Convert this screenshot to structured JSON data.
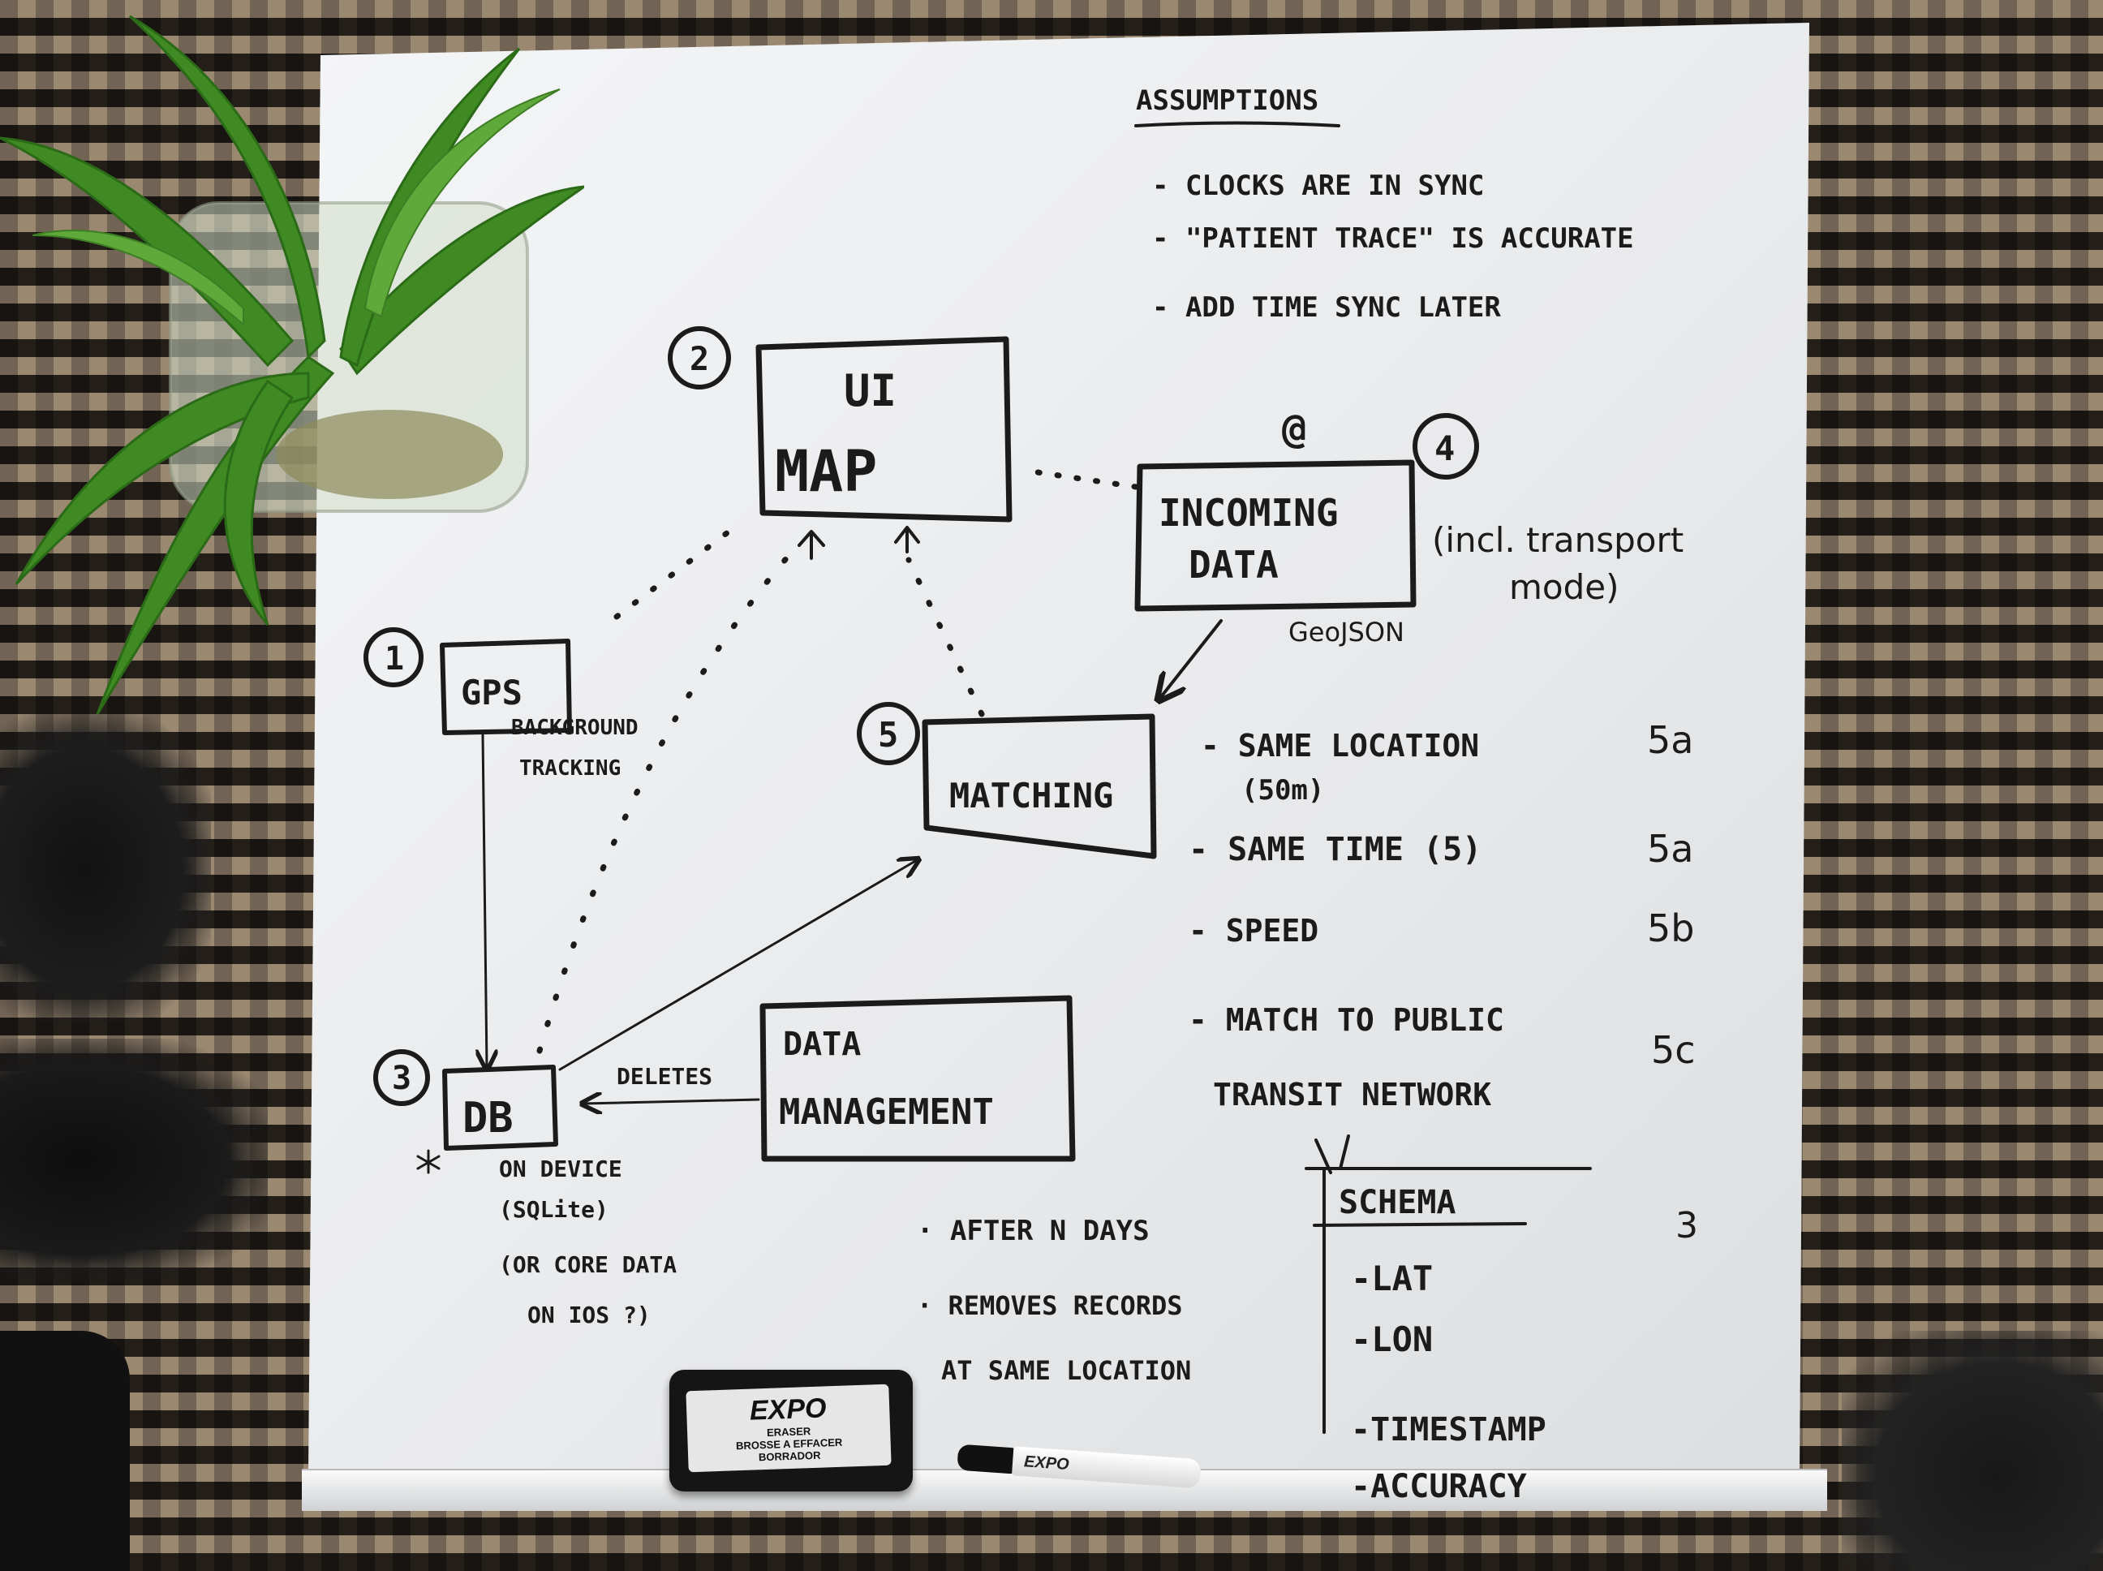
{
  "whiteboard": {
    "assumptions": {
      "heading": "ASSUMPTIONS",
      "items": [
        "- CLOCKS ARE IN SYNC",
        "- \"PATIENT TRACE\" IS ACCURATE",
        "- ADD TIME SYNC LATER"
      ]
    },
    "nodes": {
      "ui_map": {
        "number": "2",
        "line1": "UI",
        "line2": "MAP"
      },
      "incoming": {
        "symbol": "@",
        "number": "4",
        "line1": "INCOMING",
        "line2": "DATA",
        "note1": "(incl. transport",
        "note2": "mode)",
        "format": "GeoJSON"
      },
      "gps": {
        "number": "1",
        "label": "GPS",
        "note1": "BACKGROUND",
        "note2": "TRACKING"
      },
      "matching": {
        "number": "5",
        "label": "MATCHING"
      },
      "db": {
        "number": "3",
        "label": "DB",
        "note1": "ON DEVICE",
        "note2": "(SQLite)",
        "note3": "(OR CORE DATA",
        "note4": "ON IOS ?)"
      },
      "data_mgmt": {
        "line1": "DATA",
        "line2": "MANAGEMENT",
        "edge_label": "DELETES"
      }
    },
    "matching_criteria": [
      {
        "line1": "- SAME LOCATION",
        "line2": "(50m)",
        "code": "5a"
      },
      {
        "line1": "- SAME TIME (5)",
        "line2": "",
        "code": "5a"
      },
      {
        "line1": "- SPEED",
        "line2": "",
        "code": "5b"
      },
      {
        "line1": "- MATCH TO PUBLIC",
        "line2": "TRANSIT NETWORK",
        "code": "5c"
      }
    ],
    "data_mgmt_notes": [
      "· AFTER N DAYS",
      "· REMOVES RECORDS",
      "AT SAME LOCATION"
    ],
    "schema": {
      "heading": "SCHEMA",
      "number": "3",
      "fields": [
        "-LAT",
        "-LON",
        "-TIMESTAMP",
        "-ACCURACY"
      ]
    }
  },
  "eraser": {
    "brand": "EXPO",
    "line1": "ERASER",
    "line2": "BROSSE A EFFACER",
    "line3": "BORRADOR"
  },
  "marker": {
    "brand": "EXPO"
  }
}
